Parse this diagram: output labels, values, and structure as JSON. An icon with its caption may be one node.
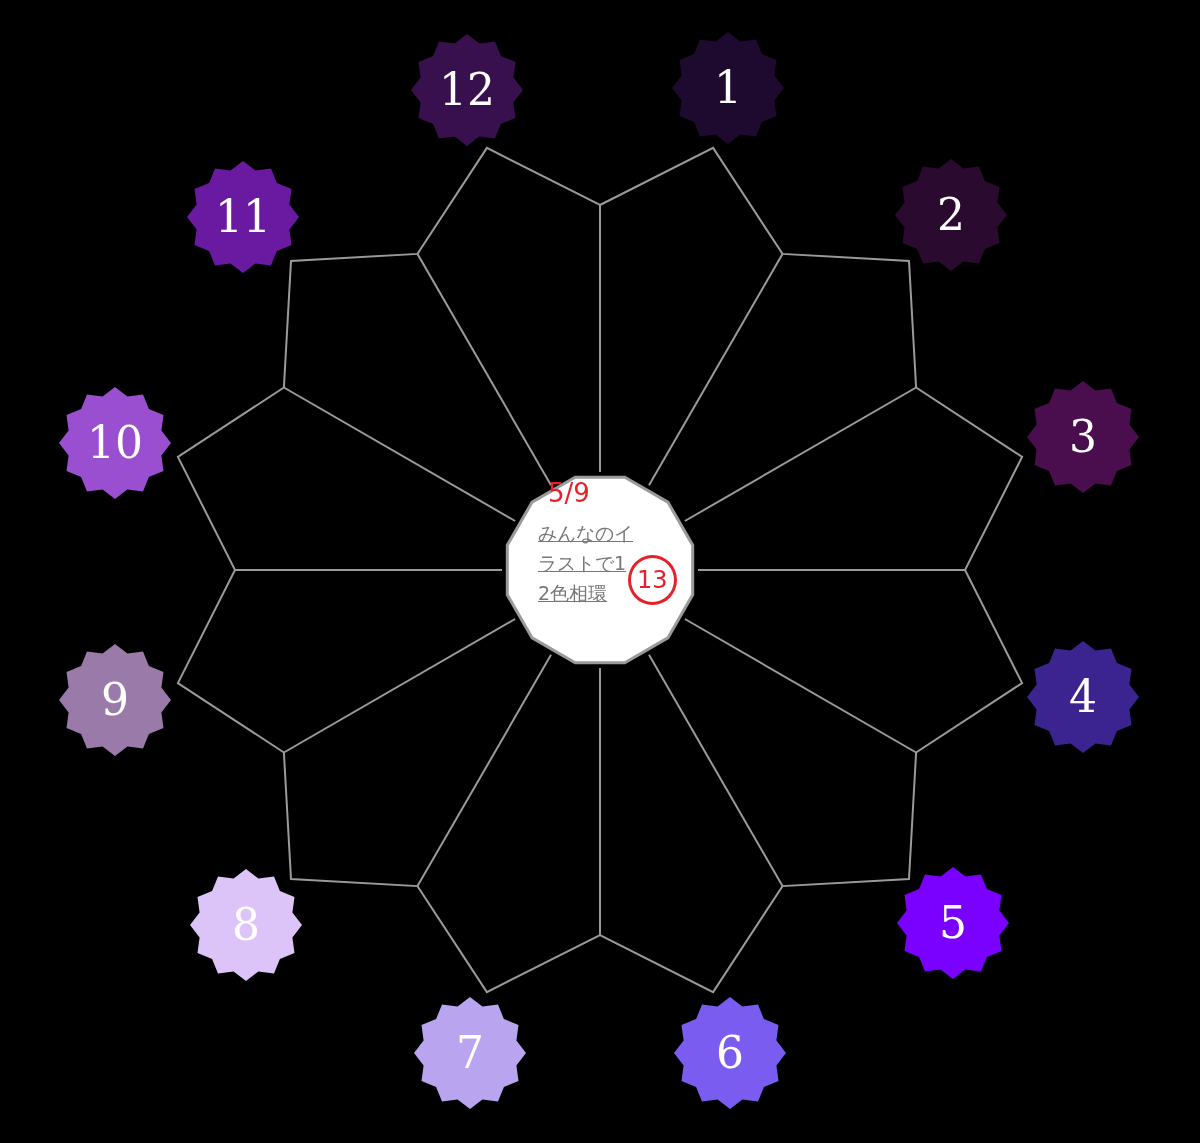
{
  "diagram": {
    "nodes": [
      {
        "text": [
          "1"
        ]
      },
      {
        "text": [
          "2"
        ]
      },
      {
        "text": [
          "3"
        ]
      },
      {
        "text": [
          "4"
        ]
      },
      {
        "text": [
          "5"
        ]
      },
      {
        "text": [
          "6"
        ]
      },
      {
        "text": [
          "7"
        ]
      },
      {
        "text": [
          "8"
        ]
      },
      {
        "text": [
          "9"
        ]
      },
      {
        "text": [
          "10"
        ]
      },
      {
        "text": [
          "11"
        ]
      },
      {
        "text": [
          "12"
        ]
      },
      {
        "text": [
          "みんなのイラストで12色相環"
        ]
      }
    ],
    "edges": [],
    "labels": [
      "5/9",
      "13"
    ]
  }
}
